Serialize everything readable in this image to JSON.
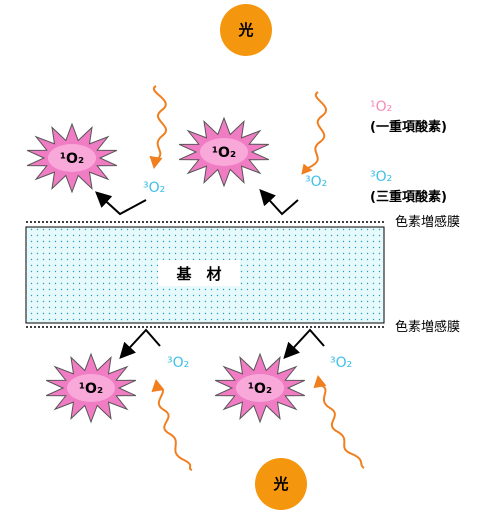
{
  "light_label": "光",
  "singlet_oxygen_symbol": "¹O₂",
  "triplet_oxygen_symbol": "³O₂",
  "legend": {
    "singlet_symbol": "¹O₂",
    "singlet_name": "(一重項酸素)",
    "triplet_symbol": "³O₂",
    "triplet_name": "(三重項酸素)"
  },
  "film_label_top": "色素増感膜",
  "film_label_bottom": "色素増感膜",
  "substrate_label": "基　材",
  "colors": {
    "sun": "#f5960f",
    "star": "#f07cc4",
    "star_core": "#f9a8da",
    "wave": "#f07f20",
    "triplet_text": "#3fc0e8",
    "singlet_text": "#f58ab9",
    "substrate_fill": "#e6f9fb",
    "substrate_dots": "#2a9dc4"
  }
}
